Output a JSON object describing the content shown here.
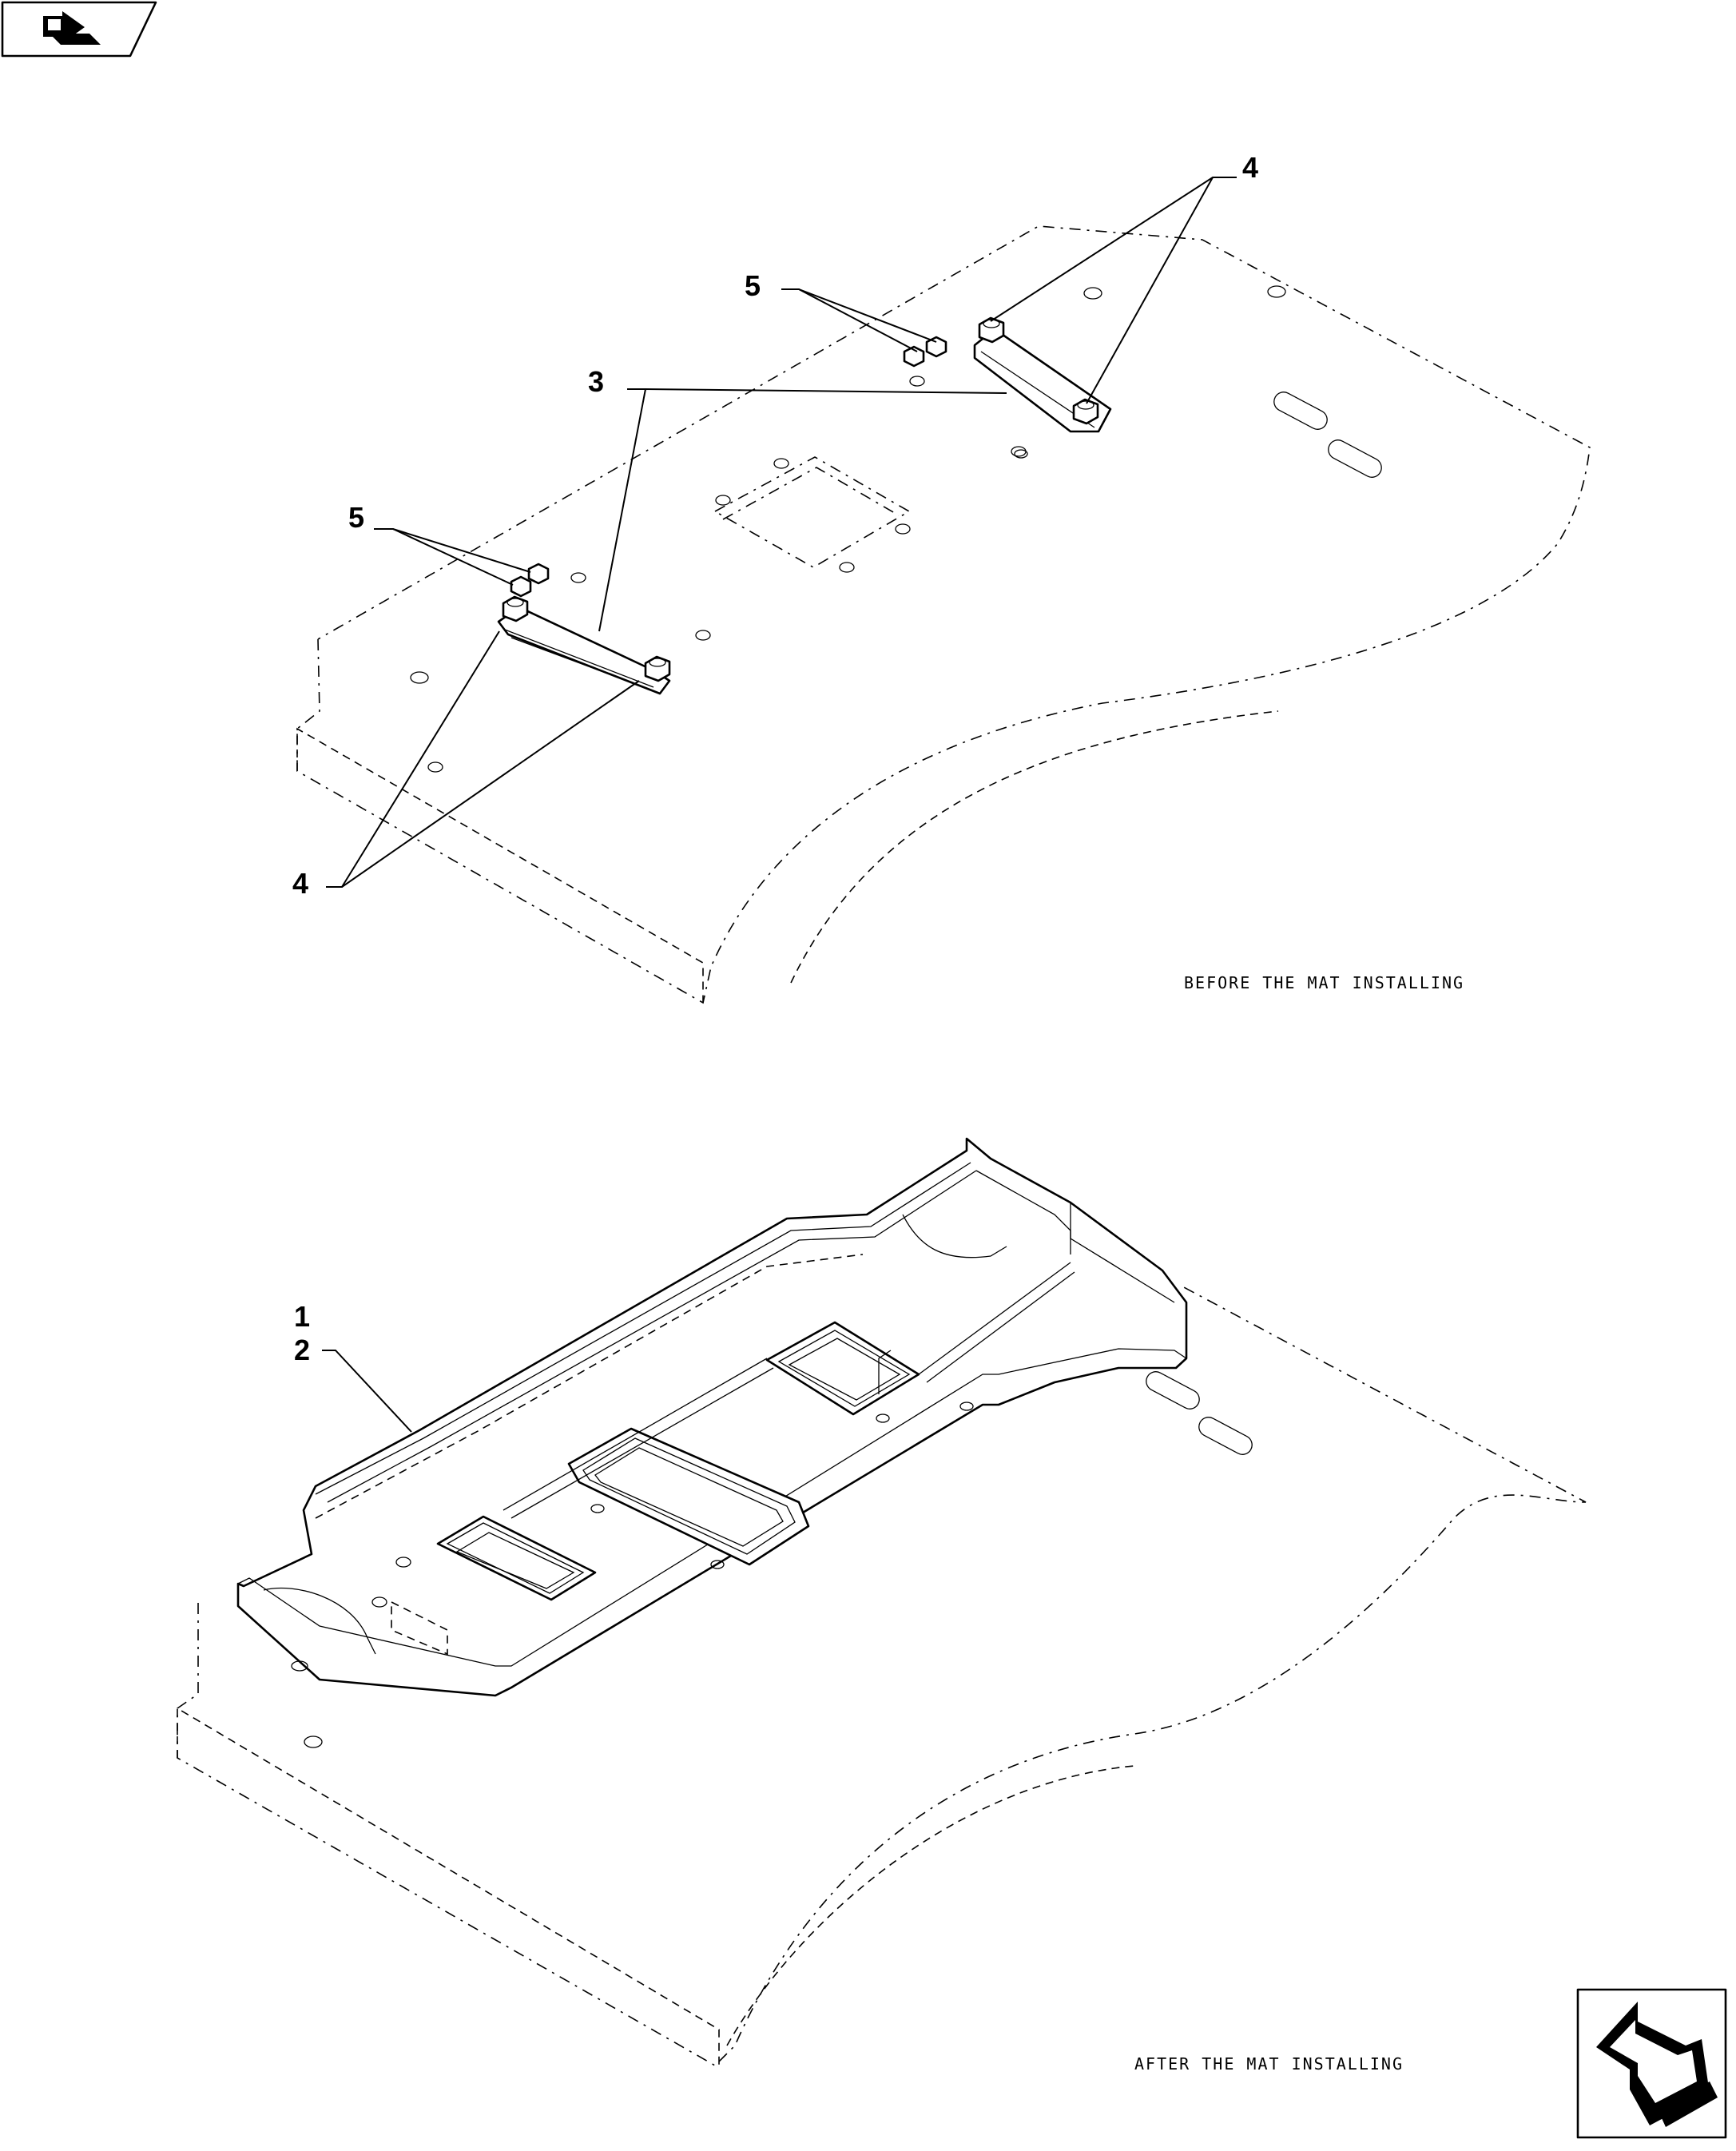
{
  "callouts": {
    "top_4": "4",
    "top_5": "5",
    "top_3": "3",
    "mid_5": "5",
    "bottom_4": "4",
    "label_1": "1",
    "label_2": "2"
  },
  "captions": {
    "before": "BEFORE THE MAT INSTALLING",
    "after": "AFTER THE MAT INSTALLING"
  },
  "icons": {
    "top_left": "navigation-arrow-icon",
    "bottom_right": "navigation-arrow-icon"
  }
}
